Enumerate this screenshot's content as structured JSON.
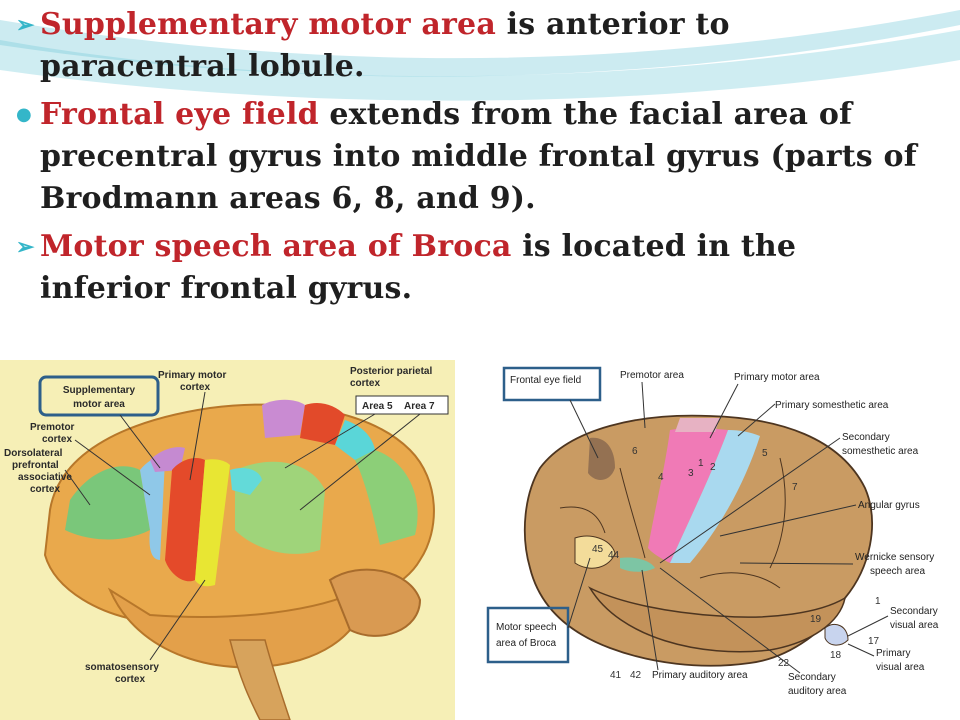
{
  "bullets": [
    {
      "marker": "➢",
      "highlight": "Supplementary motor area",
      "text": " is anterior to paracentral lobule."
    },
    {
      "marker": "●",
      "highlight": "Frontal eye field",
      "text": " extends from the facial area of precentral gyrus into middle frontal gyrus (parts of Brodmann areas 6, 8, and 9)."
    },
    {
      "marker": "➢",
      "highlight": "Motor speech area of Broca",
      "text": "  is located in the inferior frontal gyrus."
    }
  ],
  "left_figure": {
    "boxed_label": "Supplementary motor area",
    "labels": {
      "premotor": "Premotor cortex",
      "dorsolateral": "Dorsolateral prefrontal associative cortex",
      "primary_motor": "Primary motor cortex",
      "posterior_parietal": "Posterior parietal cortex",
      "area5": "Area 5",
      "area7": "Area 7",
      "somatosensory": "somatosensory cortex"
    }
  },
  "right_figure": {
    "boxed_top": "Frontal eye field",
    "boxed_bottom": "Motor speech area of Broca",
    "labels": {
      "premotor": "Premotor area",
      "primary_motor": "Primary motor area",
      "primary_somesthetic": "Primary somesthetic area",
      "secondary_somesthetic": "Secondary somesthetic area",
      "angular": "Angular gyrus",
      "wernicke": "Wernicke sensory speech area",
      "secondary_visual": "Secondary visual area",
      "primary_visual": "Primary visual area",
      "secondary_auditory": "Secondary auditory area",
      "primary_auditory": "Primary auditory area"
    },
    "numbers": {
      "n6": "6",
      "n4": "4",
      "n3": "3",
      "n1": "1",
      "n2": "2",
      "n5": "5",
      "n7": "7",
      "n45": "45",
      "n44": "44",
      "n41": "41",
      "n42": "42",
      "n22": "22",
      "n19": "19",
      "n17": "17",
      "n18": "18",
      "n1b": "1"
    }
  },
  "colors": {
    "highlight": "#c0252b",
    "marker": "#34b6c9",
    "boxed_border": "#2d5f8a"
  }
}
